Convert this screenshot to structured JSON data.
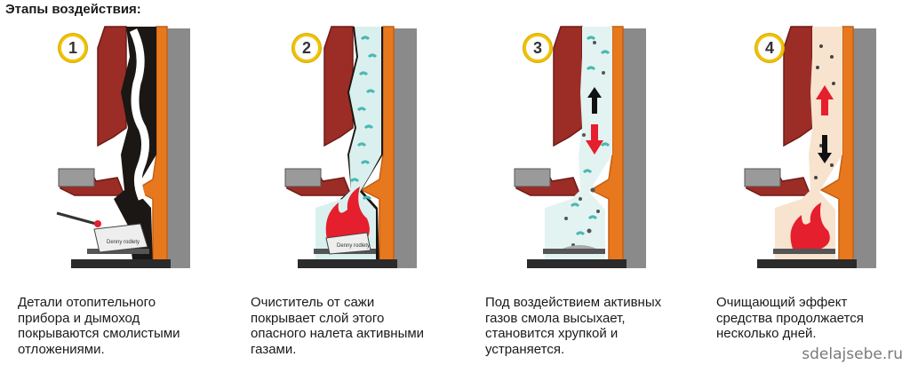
{
  "header": {
    "title": "Этапы воздействия:"
  },
  "colors": {
    "brick": "#9b2d26",
    "brick_dark": "#6f1b16",
    "orange": "#e8781e",
    "orange_dark": "#c45f12",
    "grey_wall": "#8a8a8a",
    "soot": "#1b1714",
    "flame": "#e51f2d",
    "gas": "#4ab8b2",
    "badge_ring": "#f2c200"
  },
  "stages": [
    {
      "number": "1",
      "caption": [
        "Детали отопительного",
        "прибора и дымоход",
        "покрываются смолистыми",
        "отложениями."
      ],
      "icon": "match-icon",
      "packet_label": "Denny rodlety"
    },
    {
      "number": "2",
      "caption": [
        "Очиститель от сажи",
        "покрывает слой этого",
        "опасного налета активными",
        "газами."
      ],
      "icon": "fire-icon",
      "packet_label": "Denny rodlety"
    },
    {
      "number": "3",
      "caption": [
        "Под воздействием активных",
        "газов смола высыхает,",
        "становится хрупкой и",
        "устраняется."
      ],
      "icon": "arrows-icon"
    },
    {
      "number": "4",
      "caption": [
        "Очищающий эффект",
        "средства продолжается",
        "несколько дней."
      ],
      "icon": "fire-icon"
    }
  ],
  "watermark": "sdelajsebe.ru"
}
